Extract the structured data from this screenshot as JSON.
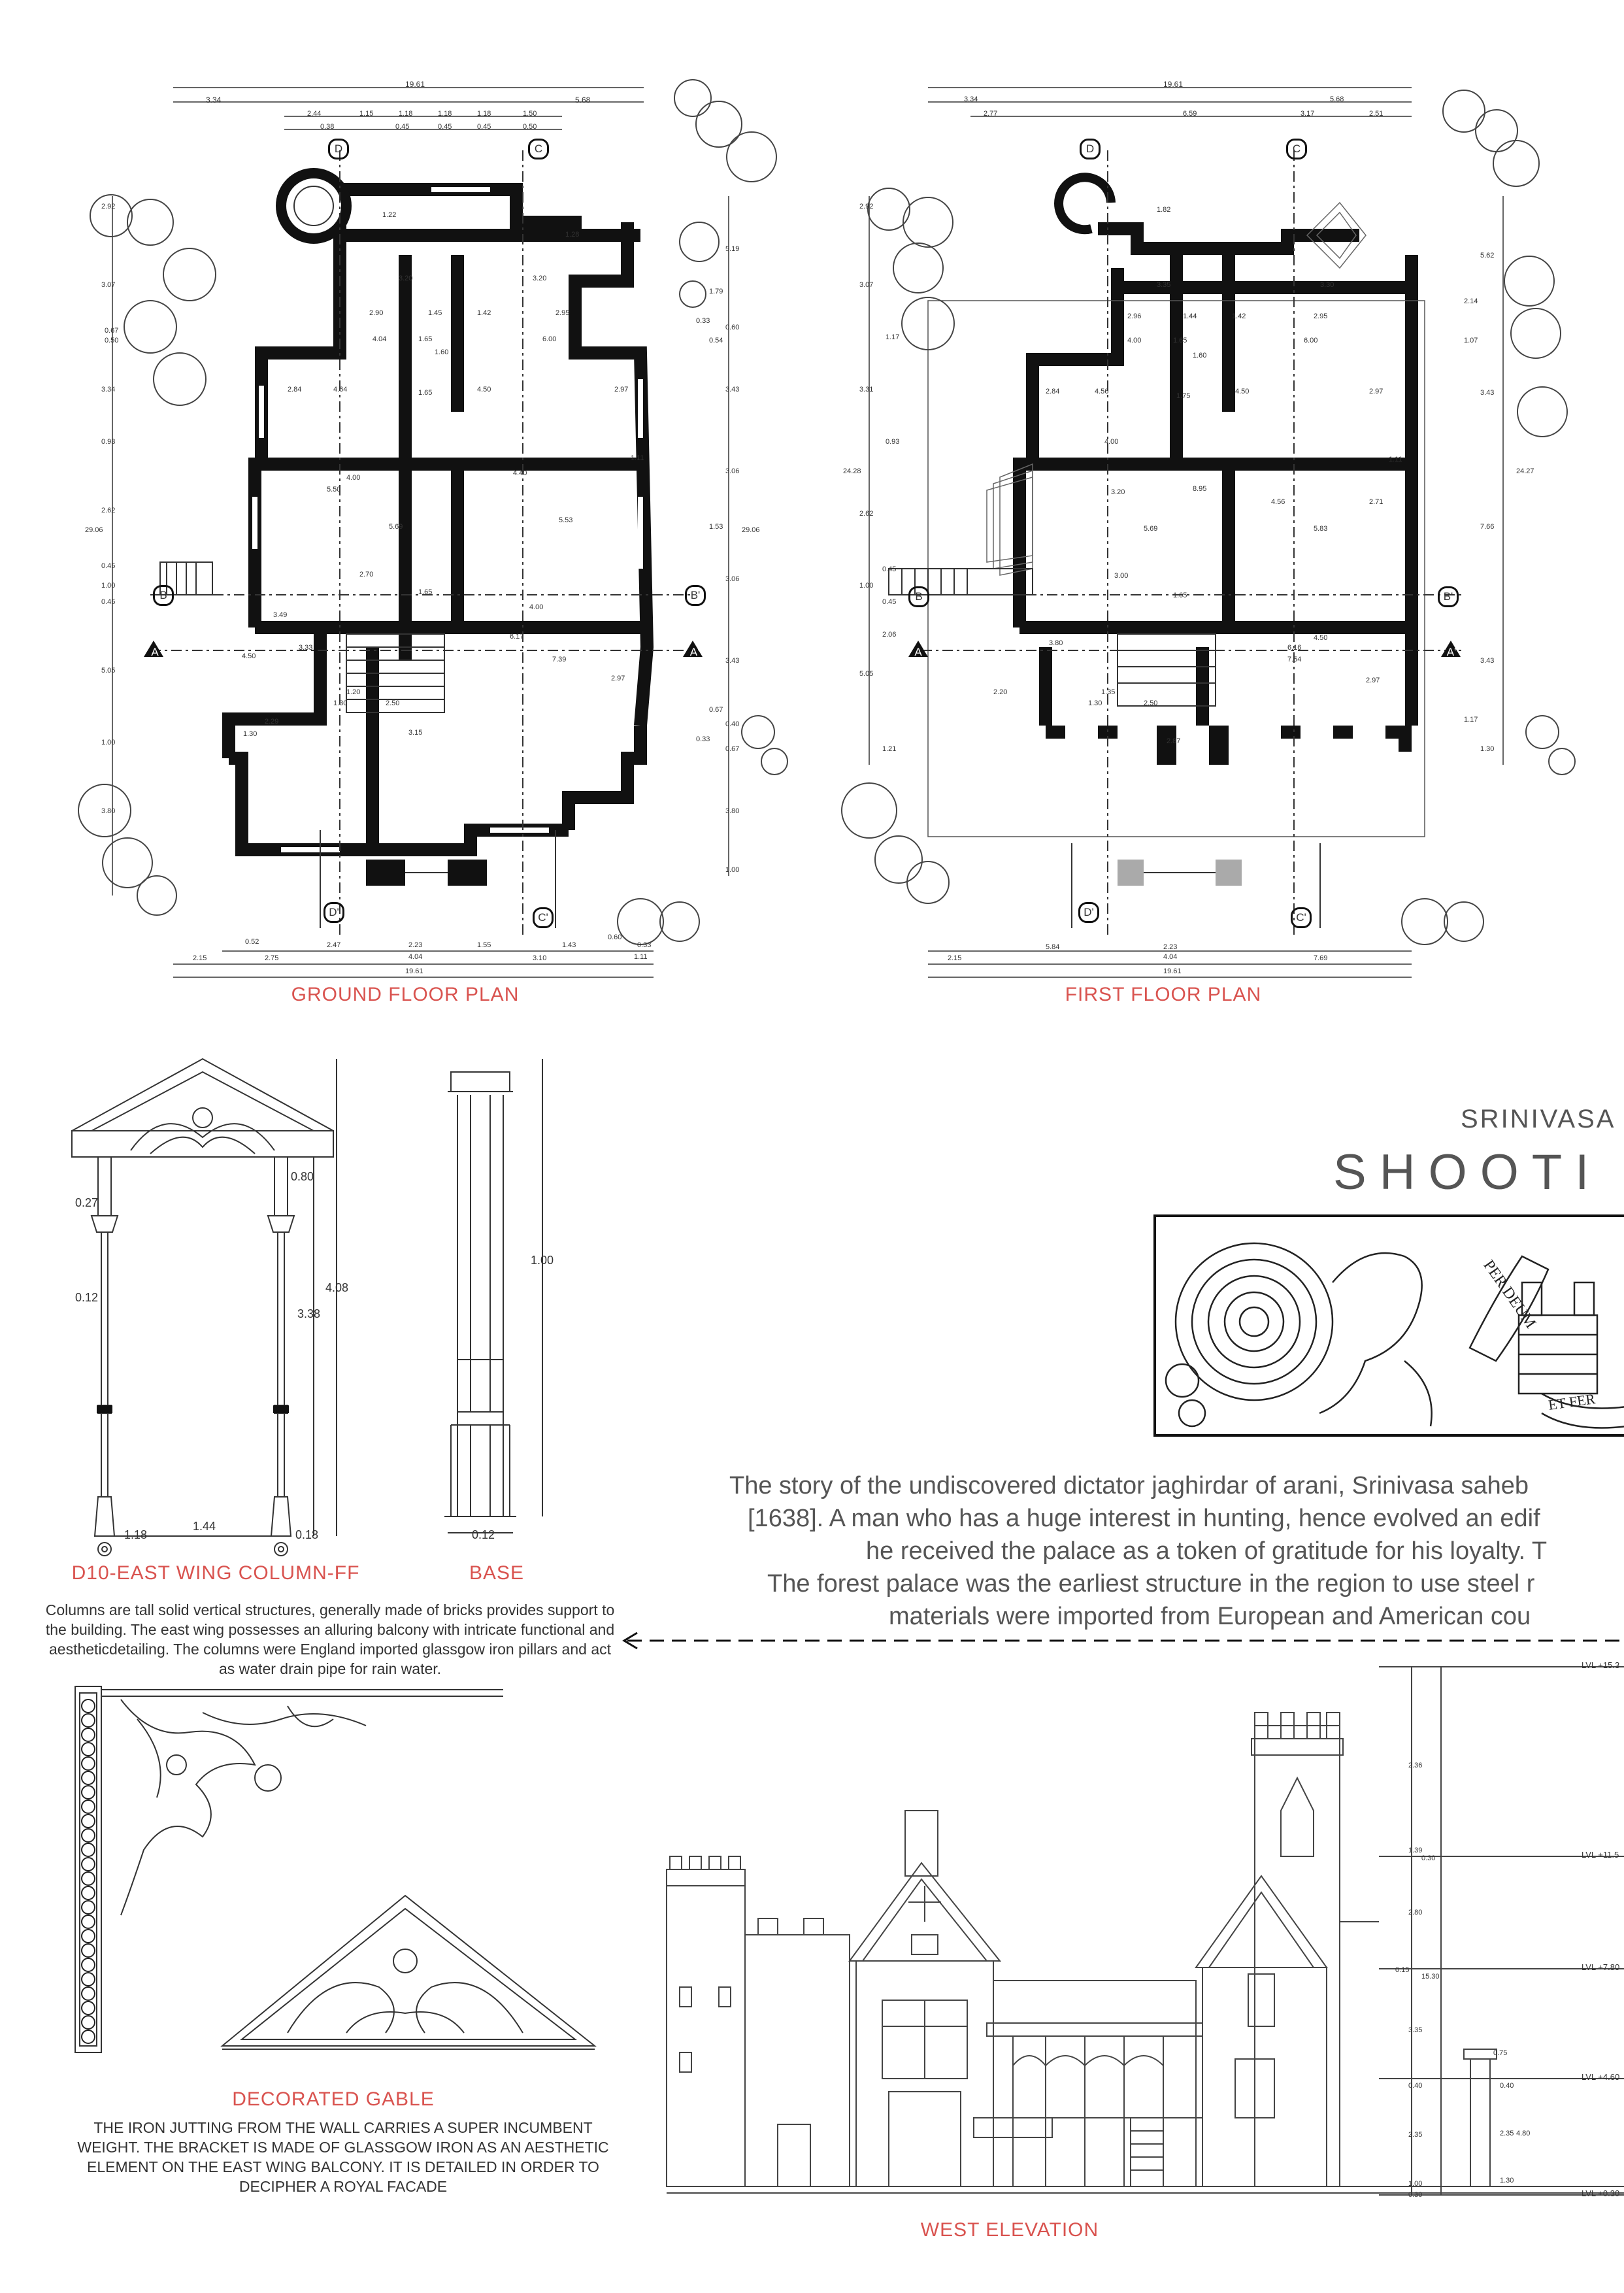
{
  "plans": {
    "ground": {
      "caption": "GROUND FLOOR PLAN",
      "overall_width": "19.61",
      "top_dims": [
        "3.34",
        "5.68",
        "2.44",
        "1.15",
        "1.18",
        "1.18",
        "1.18",
        "1.50",
        "0.38",
        "0.45",
        "0.45",
        "0.45",
        "0.50"
      ],
      "left_dims": [
        "2.92",
        "3.07",
        "0.67",
        "0.50",
        "3.34",
        "0.93",
        "2.62",
        "29.06",
        "0.45",
        "1.00",
        "0.45",
        "5.05",
        "1.00",
        "3.80"
      ],
      "right_dims": [
        "5.19",
        "1.79",
        "0.33",
        "0.60",
        "0.54",
        "3.43",
        "3.06",
        "1.53",
        "29.06",
        "3.06",
        "3.43",
        "0.67",
        "0.40",
        "0.33",
        "0.67",
        "3.80",
        "1.00"
      ],
      "room_dims": [
        "1.22",
        "1.28",
        "3.20",
        "3.20",
        "2.90",
        "1.45",
        "1.42",
        "2.95",
        "4.04",
        "1.65",
        "6.00",
        "1.60",
        "2.84",
        "4.64",
        "1.65",
        "4.50",
        "2.97",
        "1.11",
        "4.00",
        "5.50",
        "4.40",
        "5.69",
        "5.53",
        "2.70",
        "1.65",
        "4.00",
        "3.49",
        "3.33",
        "6.17",
        "4.50",
        "7.39",
        "1.20",
        "1.30",
        "2.50",
        "2.29",
        "1.30",
        "3.15",
        "2.97"
      ],
      "bottom_dims": [
        "0.52",
        "2.47",
        "2.23",
        "1.55",
        "1.43",
        "0.60",
        "0.33",
        "2.15",
        "2.75",
        "4.04",
        "3.10",
        "1.11",
        "19.61"
      ],
      "section_marks": [
        "D",
        "C",
        "B",
        "A",
        "B'",
        "A'",
        "D'",
        "C'"
      ]
    },
    "first": {
      "caption": "FIRST FLOOR PLAN",
      "overall_width": "19.61",
      "top_dims": [
        "3.34",
        "5.68",
        "2.77",
        "6.59",
        "3.17",
        "2.51"
      ],
      "left_dims": [
        "2.92",
        "3.07",
        "1.17",
        "3.31",
        "0.93",
        "24.28",
        "2.62",
        "0.45",
        "1.00",
        "0.45",
        "2.06",
        "5.05",
        "1.21"
      ],
      "right_dims": [
        "5.62",
        "2.14",
        "1.07",
        "3.43",
        "24.27",
        "7.66",
        "3.43",
        "1.17",
        "1.30"
      ],
      "room_dims": [
        "1.82",
        "3.35",
        "3.30",
        "2.96",
        "1.44",
        "1.42",
        "2.95",
        "4.00",
        "1.65",
        "6.00",
        "1.60",
        "2.84",
        "4.56",
        "1.75",
        "4.50",
        "2.97",
        "4.00",
        "1.11",
        "3.20",
        "8.95",
        "4.56",
        "2.71",
        "5.69",
        "5.83",
        "3.00",
        "1.65",
        "3.80",
        "6.16",
        "4.50",
        "7.54",
        "2.20",
        "1.35",
        "1.30",
        "2.50",
        "2.97",
        "2.87"
      ],
      "bottom_dims": [
        "5.84",
        "2.23",
        "2.15",
        "4.04",
        "7.69",
        "19.61"
      ],
      "section_marks": [
        "D",
        "C",
        "B",
        "A",
        "B'",
        "A'",
        "D'",
        "C'"
      ]
    }
  },
  "column": {
    "caption": "D10-EAST WING COLUMN-FF",
    "dims": [
      "0.80",
      "0.27",
      "4.08",
      "3.38",
      "0.12",
      "1.44",
      "1.18",
      "0.18"
    ],
    "description": "Columns are tall solid vertical structures, generally made of bricks provides support to the building. The east wing possesses an alluring balcony with intricate functional and aestheticdetailing. The columns were England imported glassgow iron pillars and act as water drain pipe for rain water."
  },
  "base": {
    "caption": "BASE",
    "dims": [
      "1.00",
      "0.12"
    ]
  },
  "title": {
    "line1": "SRINIVASA S",
    "line2": "SHOOTI"
  },
  "crest": {
    "motto_top": "PER DEUM",
    "motto_bottom": "ET FER"
  },
  "story": {
    "lines": [
      "The story of the undiscovered dictator jaghirdar of arani, Srinivasa saheb",
      "[1638]. A man who has a huge interest in hunting, hence evolved an edif",
      "he received the palace as a token of gratitude for his loyalty. T",
      "The forest palace was the earliest structure in the region to use steel r",
      "materials were imported from European and American cou"
    ]
  },
  "gable": {
    "caption": "DECORATED GABLE",
    "description": "THE IRON JUTTING FROM THE WALL  CARRIES  A SUPER INCUMBENT WEIGHT.  THE BRACKET IS MADE OF GLASSGOW IRON AS AN AESTHETIC ELEMENT ON THE EAST WING BALCONY. IT IS DETAILED IN ORDER TO DECIPHER A ROYAL FACADE"
  },
  "elevation": {
    "caption": "WEST ELEVATION",
    "levels": [
      "LVL +15.3",
      "LVL +11.5",
      "LVL +7.80",
      "LVL +4.60",
      "LVL +0.30"
    ],
    "dims": [
      "2.36",
      "1.39",
      "0.30",
      "2.80",
      "0.15",
      "15.30",
      "3.35",
      "0.40",
      "2.35",
      "1.00",
      "0.30",
      "0.75",
      "0.40",
      "2.35",
      "4.80",
      "1.30"
    ]
  }
}
